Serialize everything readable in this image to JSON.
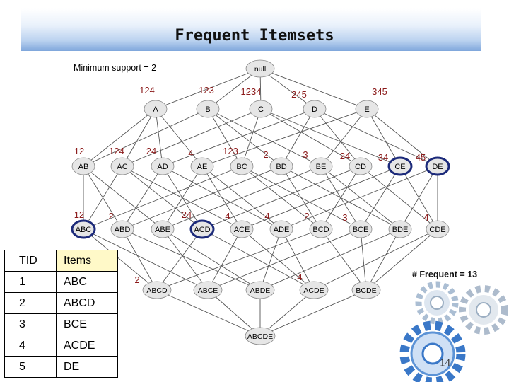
{
  "title": "Frequent Itemsets",
  "min_support_label": "Minimum support = 2",
  "frequent_count_label": "# Frequent = 13",
  "page_number": "14",
  "colors": {
    "edge": "#555555",
    "label": "#8b1a1a",
    "frequent_border": "#1c2a7a",
    "node_fill": "#e6e6e6"
  },
  "table": {
    "headers": [
      "TID",
      "Items"
    ],
    "rows": [
      {
        "tid": "1",
        "items": "ABC"
      },
      {
        "tid": "2",
        "items": "ABCD"
      },
      {
        "tid": "3",
        "items": "BCE"
      },
      {
        "tid": "4",
        "items": "ACDE"
      },
      {
        "tid": "5",
        "items": "DE"
      }
    ]
  },
  "lattice": {
    "nodes": [
      {
        "id": "null",
        "label": "null",
        "tids": "",
        "frequent": false
      },
      {
        "id": "A",
        "label": "A",
        "tids": "124",
        "frequent": false
      },
      {
        "id": "B",
        "label": "B",
        "tids": "123",
        "frequent": false
      },
      {
        "id": "C",
        "label": "C",
        "tids": "1234",
        "frequent": false
      },
      {
        "id": "D",
        "label": "D",
        "tids": "245",
        "frequent": false
      },
      {
        "id": "E",
        "label": "E",
        "tids": "345",
        "frequent": false
      },
      {
        "id": "AB",
        "label": "AB",
        "tids": "12",
        "frequent": false
      },
      {
        "id": "AC",
        "label": "AC",
        "tids": "124",
        "frequent": false
      },
      {
        "id": "AD",
        "label": "AD",
        "tids": "24",
        "frequent": false
      },
      {
        "id": "AE",
        "label": "AE",
        "tids": "4",
        "frequent": false
      },
      {
        "id": "BC",
        "label": "BC",
        "tids": "123",
        "frequent": false
      },
      {
        "id": "BD",
        "label": "BD",
        "tids": "2",
        "frequent": false
      },
      {
        "id": "BE",
        "label": "BE",
        "tids": "3",
        "frequent": false
      },
      {
        "id": "CD",
        "label": "CD",
        "tids": "24",
        "frequent": false
      },
      {
        "id": "CE",
        "label": "CE",
        "tids": "34",
        "frequent": true
      },
      {
        "id": "DE",
        "label": "DE",
        "tids": "45",
        "frequent": true
      },
      {
        "id": "ABC",
        "label": "ABC",
        "tids": "12",
        "frequent": true
      },
      {
        "id": "ABD",
        "label": "ABD",
        "tids": "2",
        "frequent": false
      },
      {
        "id": "ABE",
        "label": "ABE",
        "tids": "",
        "frequent": false
      },
      {
        "id": "ACD",
        "label": "ACD",
        "tids": "24",
        "frequent": true
      },
      {
        "id": "ACE",
        "label": "ACE",
        "tids": "4",
        "frequent": false
      },
      {
        "id": "ADE",
        "label": "ADE",
        "tids": "4",
        "frequent": false
      },
      {
        "id": "BCD",
        "label": "BCD",
        "tids": "2",
        "frequent": false
      },
      {
        "id": "BCE",
        "label": "BCE",
        "tids": "3",
        "frequent": false
      },
      {
        "id": "BDE",
        "label": "BDE",
        "tids": "",
        "frequent": false
      },
      {
        "id": "CDE",
        "label": "CDE",
        "tids": "4",
        "frequent": false
      },
      {
        "id": "ABCD",
        "label": "ABCD",
        "tids": "2",
        "frequent": false
      },
      {
        "id": "ABCE",
        "label": "ABCE",
        "tids": "",
        "frequent": false
      },
      {
        "id": "ABDE",
        "label": "ABDE",
        "tids": "",
        "frequent": false
      },
      {
        "id": "ACDE",
        "label": "ACDE",
        "tids": "4",
        "frequent": false
      },
      {
        "id": "BCDE",
        "label": "BCDE",
        "tids": "",
        "frequent": false
      },
      {
        "id": "ABCDE",
        "label": "ABCDE",
        "tids": "",
        "frequent": false
      }
    ]
  }
}
